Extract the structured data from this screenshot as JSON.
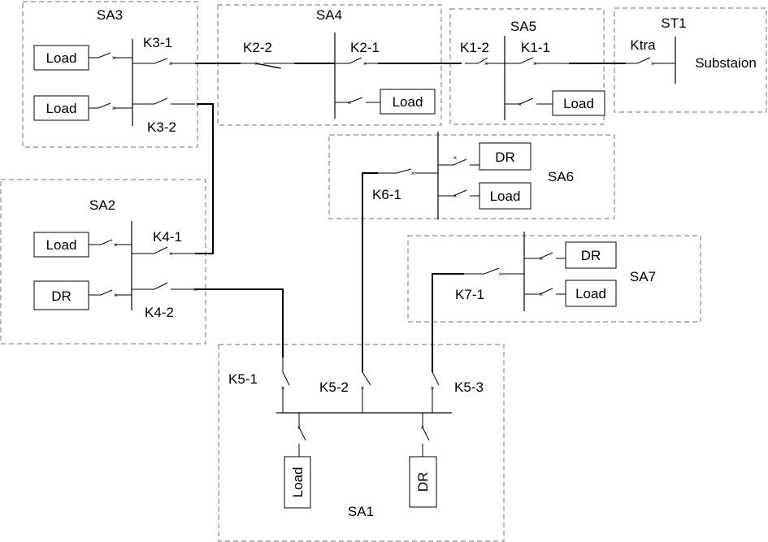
{
  "areas": {
    "sa1": "SA1",
    "sa2": "SA2",
    "sa3": "SA3",
    "sa4": "SA4",
    "sa5": "SA5",
    "sa6": "SA6",
    "sa7": "SA7",
    "st1": "ST1"
  },
  "substation_label": "Substaion",
  "switches": {
    "k3_1": "K3-1",
    "k3_2": "K3-2",
    "k2_2": "K2-2",
    "k2_1": "K2-1",
    "k1_2": "K1-2",
    "k1_1": "K1-1",
    "ktra": "Ktra",
    "k4_1": "K4-1",
    "k4_2": "K4-2",
    "k6_1": "K6-1",
    "k7_1": "K7-1",
    "k5_1": "K5-1",
    "k5_2": "K5-2",
    "k5_3": "K5-3"
  },
  "devices": {
    "sa3_load_1": "Load",
    "sa3_load_2": "Load",
    "sa4_load": "Load",
    "sa5_load": "Load",
    "sa2_load": "Load",
    "sa2_dr": "DR",
    "sa6_dr": "DR",
    "sa6_load": "Load",
    "sa7_dr": "DR",
    "sa7_load": "Load",
    "sa1_load": "Load",
    "sa1_dr": "DR"
  },
  "switch_mark": "×"
}
